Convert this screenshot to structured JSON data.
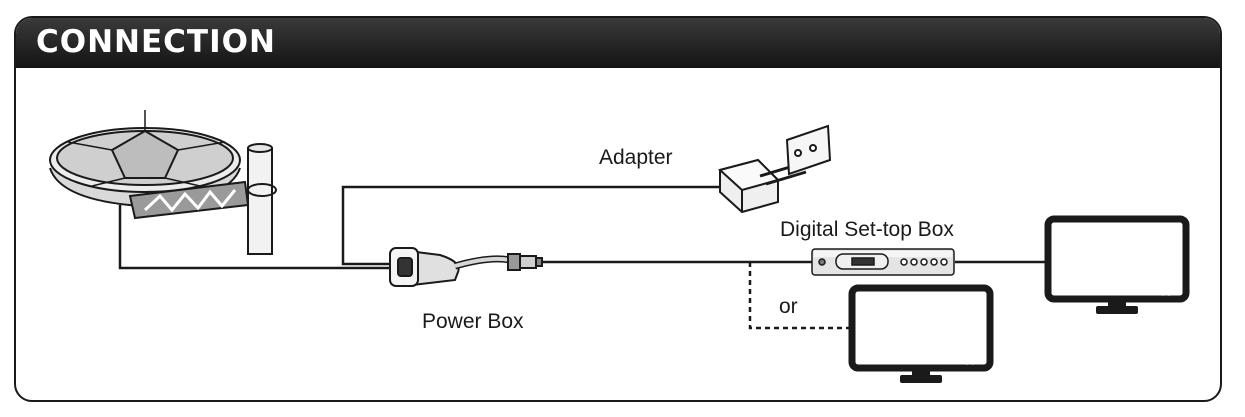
{
  "header": {
    "title": "CONNECTION"
  },
  "labels": {
    "adapter": "Adapter",
    "power_box": "Power Box",
    "set_top_box": "Digital Set-top Box",
    "or": "or"
  },
  "colors": {
    "header_bg": "#1c1c1c",
    "line": "#1a1a1a",
    "dashed_line": "#1a1a1a"
  },
  "icons": [
    "antenna-icon",
    "mast-pole-icon",
    "power-box-icon",
    "adapter-icon",
    "wall-socket-icon",
    "set-top-box-icon",
    "tv-icon",
    "tv-icon"
  ]
}
